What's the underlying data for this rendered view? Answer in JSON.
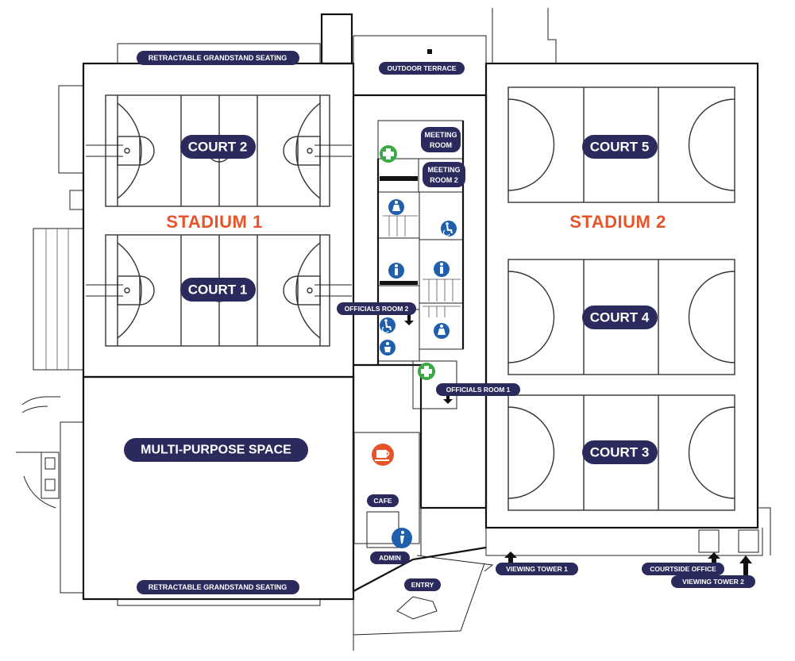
{
  "map": {
    "stadium_1": "STADIUM 1",
    "stadium_2": "STADIUM 2",
    "courts": {
      "court_1": "COURT 1",
      "court_2": "COURT 2",
      "court_3": "COURT 3",
      "court_4": "COURT 4",
      "court_5": "COURT 5"
    },
    "multi_purpose": "MULTI-PURPOSE SPACE",
    "grandstand_top": "RETRACTABLE GRANDSTAND SEATING",
    "grandstand_bottom": "RETRACTABLE GRANDSTAND SEATING",
    "outdoor_terrace": "OUTDOOR TERRACE",
    "meeting_room_line1": "MEETING",
    "meeting_room_line2": "ROOM",
    "meeting_room_2_line1": "MEETING",
    "meeting_room_2_line2": "ROOM 2",
    "officials_room_2": "OFFICIALS ROOM 2",
    "officials_room_1": "OFFICIALS ROOM 1",
    "cafe": "CAFE",
    "admin": "ADMIN",
    "entry": "ENTRY",
    "viewing_tower_1": "VIEWING TOWER 1",
    "viewing_tower_2": "VIEWING TOWER 2",
    "courtside_office": "COURTSIDE OFFICE",
    "icons": [
      "first-aid-icon",
      "male-toilet-icon",
      "female-toilet-icon",
      "accessible-toilet-icon",
      "baby-change-icon",
      "cafe-icon",
      "information-icon"
    ],
    "colors": {
      "label_pill": "#2a2a5c",
      "stadium_label": "#e8542a",
      "info_blue": "#1f5fae",
      "first_aid_green": "#3aa845",
      "cafe_orange": "#e8542a"
    }
  }
}
